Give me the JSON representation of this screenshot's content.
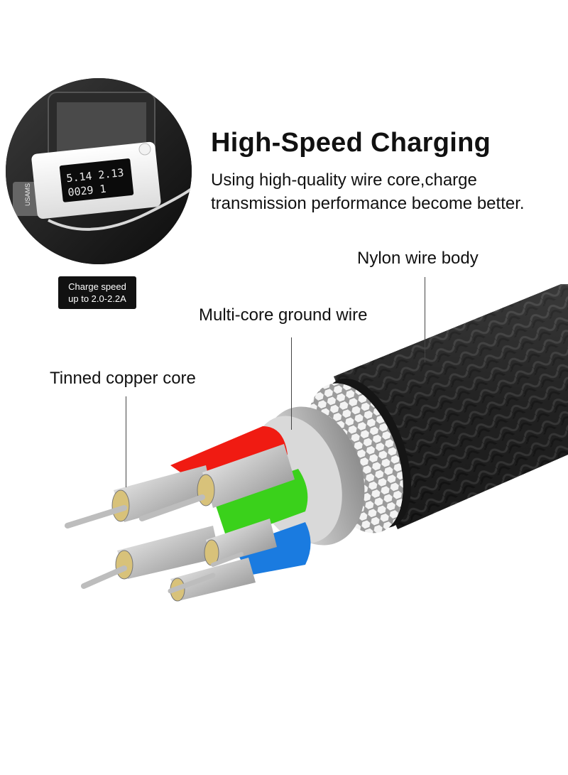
{
  "heading": "High-Speed Charging",
  "subtitle_line1": "Using high-quality wire core,charge",
  "subtitle_line2": "transmission performance become better.",
  "callouts": {
    "nylon": "Nylon wire body",
    "ground": "Multi-core ground wire",
    "core": "Tinned copper core"
  },
  "badge": {
    "line1": "Charge speed",
    "line2": "up to 2.0-2.2A"
  },
  "meter": {
    "brand": "USAMS",
    "row1": "5.14  2.13",
    "row2": "0029  1"
  },
  "colors": {
    "wire_red": "#f01b12",
    "wire_green": "#3ad11b",
    "wire_blue": "#1a7be0",
    "braid": "#2a2a2a",
    "shield": "#c8c8c8"
  }
}
